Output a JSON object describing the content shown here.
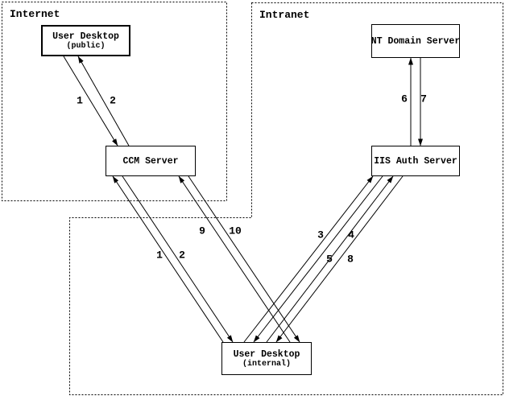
{
  "diagram": {
    "type": "network-flow-diagram",
    "zones": {
      "internet": {
        "label": "Internet"
      },
      "intranet": {
        "label": "Intranet"
      }
    },
    "nodes": {
      "user_desktop_public": {
        "title": "User Desktop",
        "subtitle": "(public)"
      },
      "ccm_server": {
        "title": "CCM Server"
      },
      "nt_domain_server": {
        "title": "NT Domain Server"
      },
      "iis_auth_server": {
        "title": "IIS Auth Server"
      },
      "user_desktop_internal": {
        "title": "User Desktop",
        "subtitle": "(internal)"
      }
    },
    "flows": [
      {
        "label": "1",
        "from": "user_desktop_public",
        "to": "ccm_server"
      },
      {
        "label": "2",
        "from": "ccm_server",
        "to": "user_desktop_public"
      },
      {
        "label": "1",
        "from": "user_desktop_internal",
        "to": "ccm_server"
      },
      {
        "label": "2",
        "from": "ccm_server",
        "to": "user_desktop_internal"
      },
      {
        "label": "9",
        "from": "user_desktop_internal",
        "to": "ccm_server"
      },
      {
        "label": "10",
        "from": "ccm_server",
        "to": "user_desktop_internal"
      },
      {
        "label": "3",
        "from": "user_desktop_internal",
        "to": "iis_auth_server"
      },
      {
        "label": "4",
        "from": "iis_auth_server",
        "to": "user_desktop_internal"
      },
      {
        "label": "5",
        "from": "user_desktop_internal",
        "to": "iis_auth_server"
      },
      {
        "label": "8",
        "from": "iis_auth_server",
        "to": "user_desktop_internal"
      },
      {
        "label": "6",
        "from": "iis_auth_server",
        "to": "nt_domain_server"
      },
      {
        "label": "7",
        "from": "nt_domain_server",
        "to": "iis_auth_server"
      }
    ],
    "colors": {
      "line": "#000000",
      "background": "#ffffff",
      "text": "#000000"
    }
  }
}
